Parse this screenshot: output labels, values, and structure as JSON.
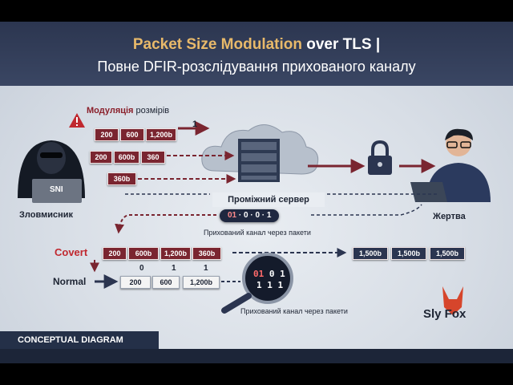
{
  "header": {
    "title_accent": "Packet Size Modulation",
    "title_rest": " over TLS |",
    "subtitle": "Повне DFIR-розслідування прихованого каналу"
  },
  "labels": {
    "modulation_word": "Модуляція",
    "modulation_rest": " розмірів",
    "attacker": "Зловмисник",
    "victim": "Жертва",
    "proxy": "Проміжний сервер",
    "hidden_channel_1": "Прихований канал через пакети",
    "hidden_channel_2": "Прихований канал через пакети",
    "covert": "Covert",
    "normal": "Normal",
    "sni": "SNI",
    "arrow_one": "1",
    "footer": "CONCEPTUAL DIAGRAM",
    "brand": "Sly Fox"
  },
  "rows": {
    "row1": [
      "200",
      "600",
      "1,200b"
    ],
    "row2": [
      "200",
      "600b",
      "360"
    ],
    "row3": [
      "360b"
    ],
    "covert": [
      "200",
      "600b",
      "1,200b",
      "360b"
    ],
    "normal": [
      "200",
      "600",
      "1,200b"
    ],
    "normal_bits": [
      "0",
      "1",
      "1"
    ],
    "padded": [
      "1,500b",
      "1,500b",
      "1,500b"
    ]
  },
  "bits_pill": {
    "b1": "01",
    "b2": "0",
    "b3": "0",
    "b4": "1"
  },
  "magnifier": {
    "line1a": "01",
    "line1b": "0 1",
    "line2": "1 1 1"
  },
  "colors": {
    "header": "#2c3650",
    "accent": "#e8b96a",
    "packet": "#7a2530",
    "covert": "#c0282f"
  }
}
